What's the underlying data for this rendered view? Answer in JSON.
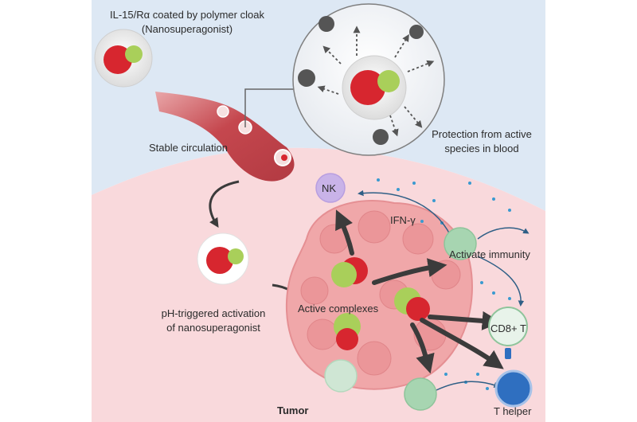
{
  "labels": {
    "nanosuperagonist_title_line1": "IL-15/Rα coated by polymer cloak",
    "nanosuperagonist_title_line2": "(Nanosuperagonist)",
    "stable_circulation": "Stable circulation",
    "protection_line1": "Protection from active",
    "protection_line2": "species in blood",
    "ph_line1": "pH-triggered activation",
    "ph_line2": "of nanosuperagonist",
    "active_complexes": "Active complexes",
    "nk": "NK",
    "ifn": "IFN-γ",
    "activate_immunity": "Activate immunity",
    "cd8": "CD8+ T",
    "t_helper": "T helper",
    "tumor": "Tumor"
  },
  "colors": {
    "blood_panel": "#dde8f4",
    "tumor_panel": "#f9d9dc",
    "tumor_mass": "#f0a7a9",
    "vessel": "#c0484f",
    "il15_red": "#d7262f",
    "receptor_green": "#a9cf5a",
    "nk_cell": "#c9b3e8",
    "t_cell_green": "#a7d5b1",
    "t_helper_blue": "#2f6fc0",
    "cytokine_dots": "#3a9ad0"
  }
}
